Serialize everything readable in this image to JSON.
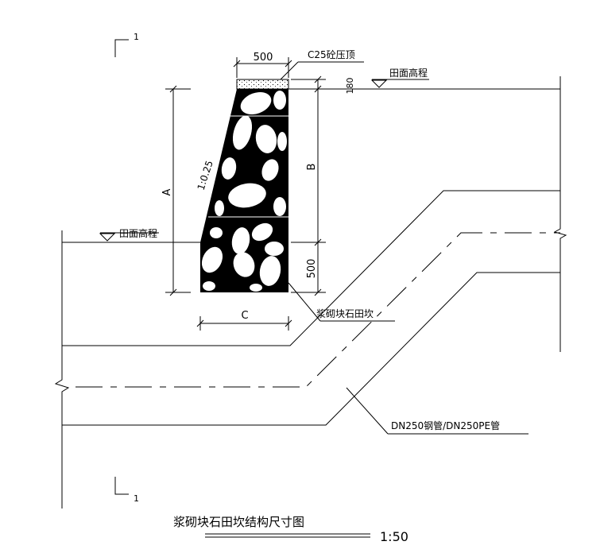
{
  "section_marks": {
    "top": "1",
    "bottom": "1"
  },
  "labels": {
    "cap_width": "500",
    "cap_material": "C25砼压顶",
    "cap_thickness": "180",
    "field_level_upper": "田面高程",
    "field_level_lower": "田面高程",
    "slope_ratio": "1:0.25",
    "dim_a": "A",
    "dim_b": "B",
    "dim_c": "C",
    "footing_depth": "500",
    "wall_material": "浆砌块石田坎",
    "pipe_note": "DN250钢管/DN250PE管"
  },
  "title": {
    "text": "浆砌块石田坎结构尺寸图",
    "scale": "1:50"
  },
  "colors": {
    "line": "#000000",
    "background": "#ffffff",
    "stone_fill": "#000000"
  }
}
